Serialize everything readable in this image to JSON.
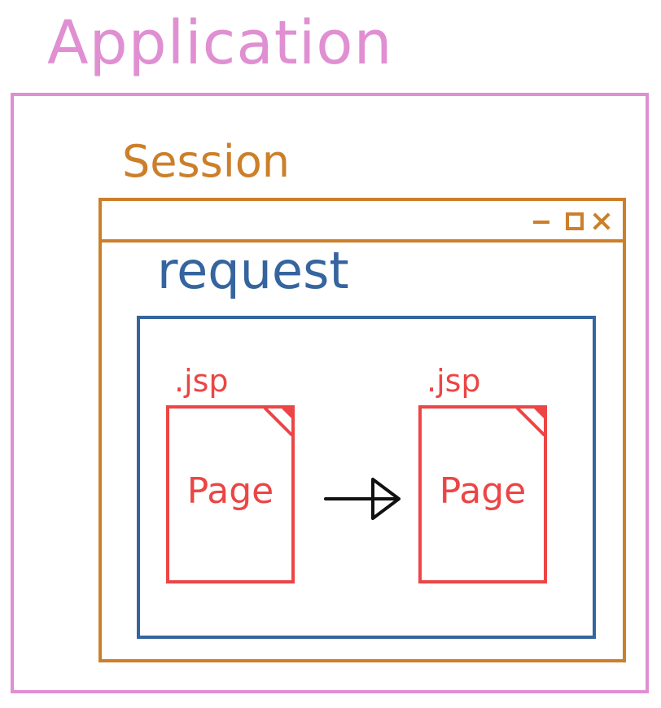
{
  "colors": {
    "application": "#e08fd2",
    "session": "#cc7f2a",
    "request": "#35649e",
    "page": "#ec4545",
    "arrow": "#111111"
  },
  "application": {
    "label": "Application"
  },
  "session": {
    "label": "Session",
    "window_controls": {
      "minimize_icon": "minimize-icon",
      "maximize_icon": "maximize-icon",
      "close_icon": "close-icon"
    }
  },
  "request": {
    "label": "request",
    "pages": [
      {
        "extension": ".jsp",
        "label": "Page"
      },
      {
        "extension": ".jsp",
        "label": "Page"
      }
    ],
    "arrow_icon": "right-arrow-icon"
  }
}
